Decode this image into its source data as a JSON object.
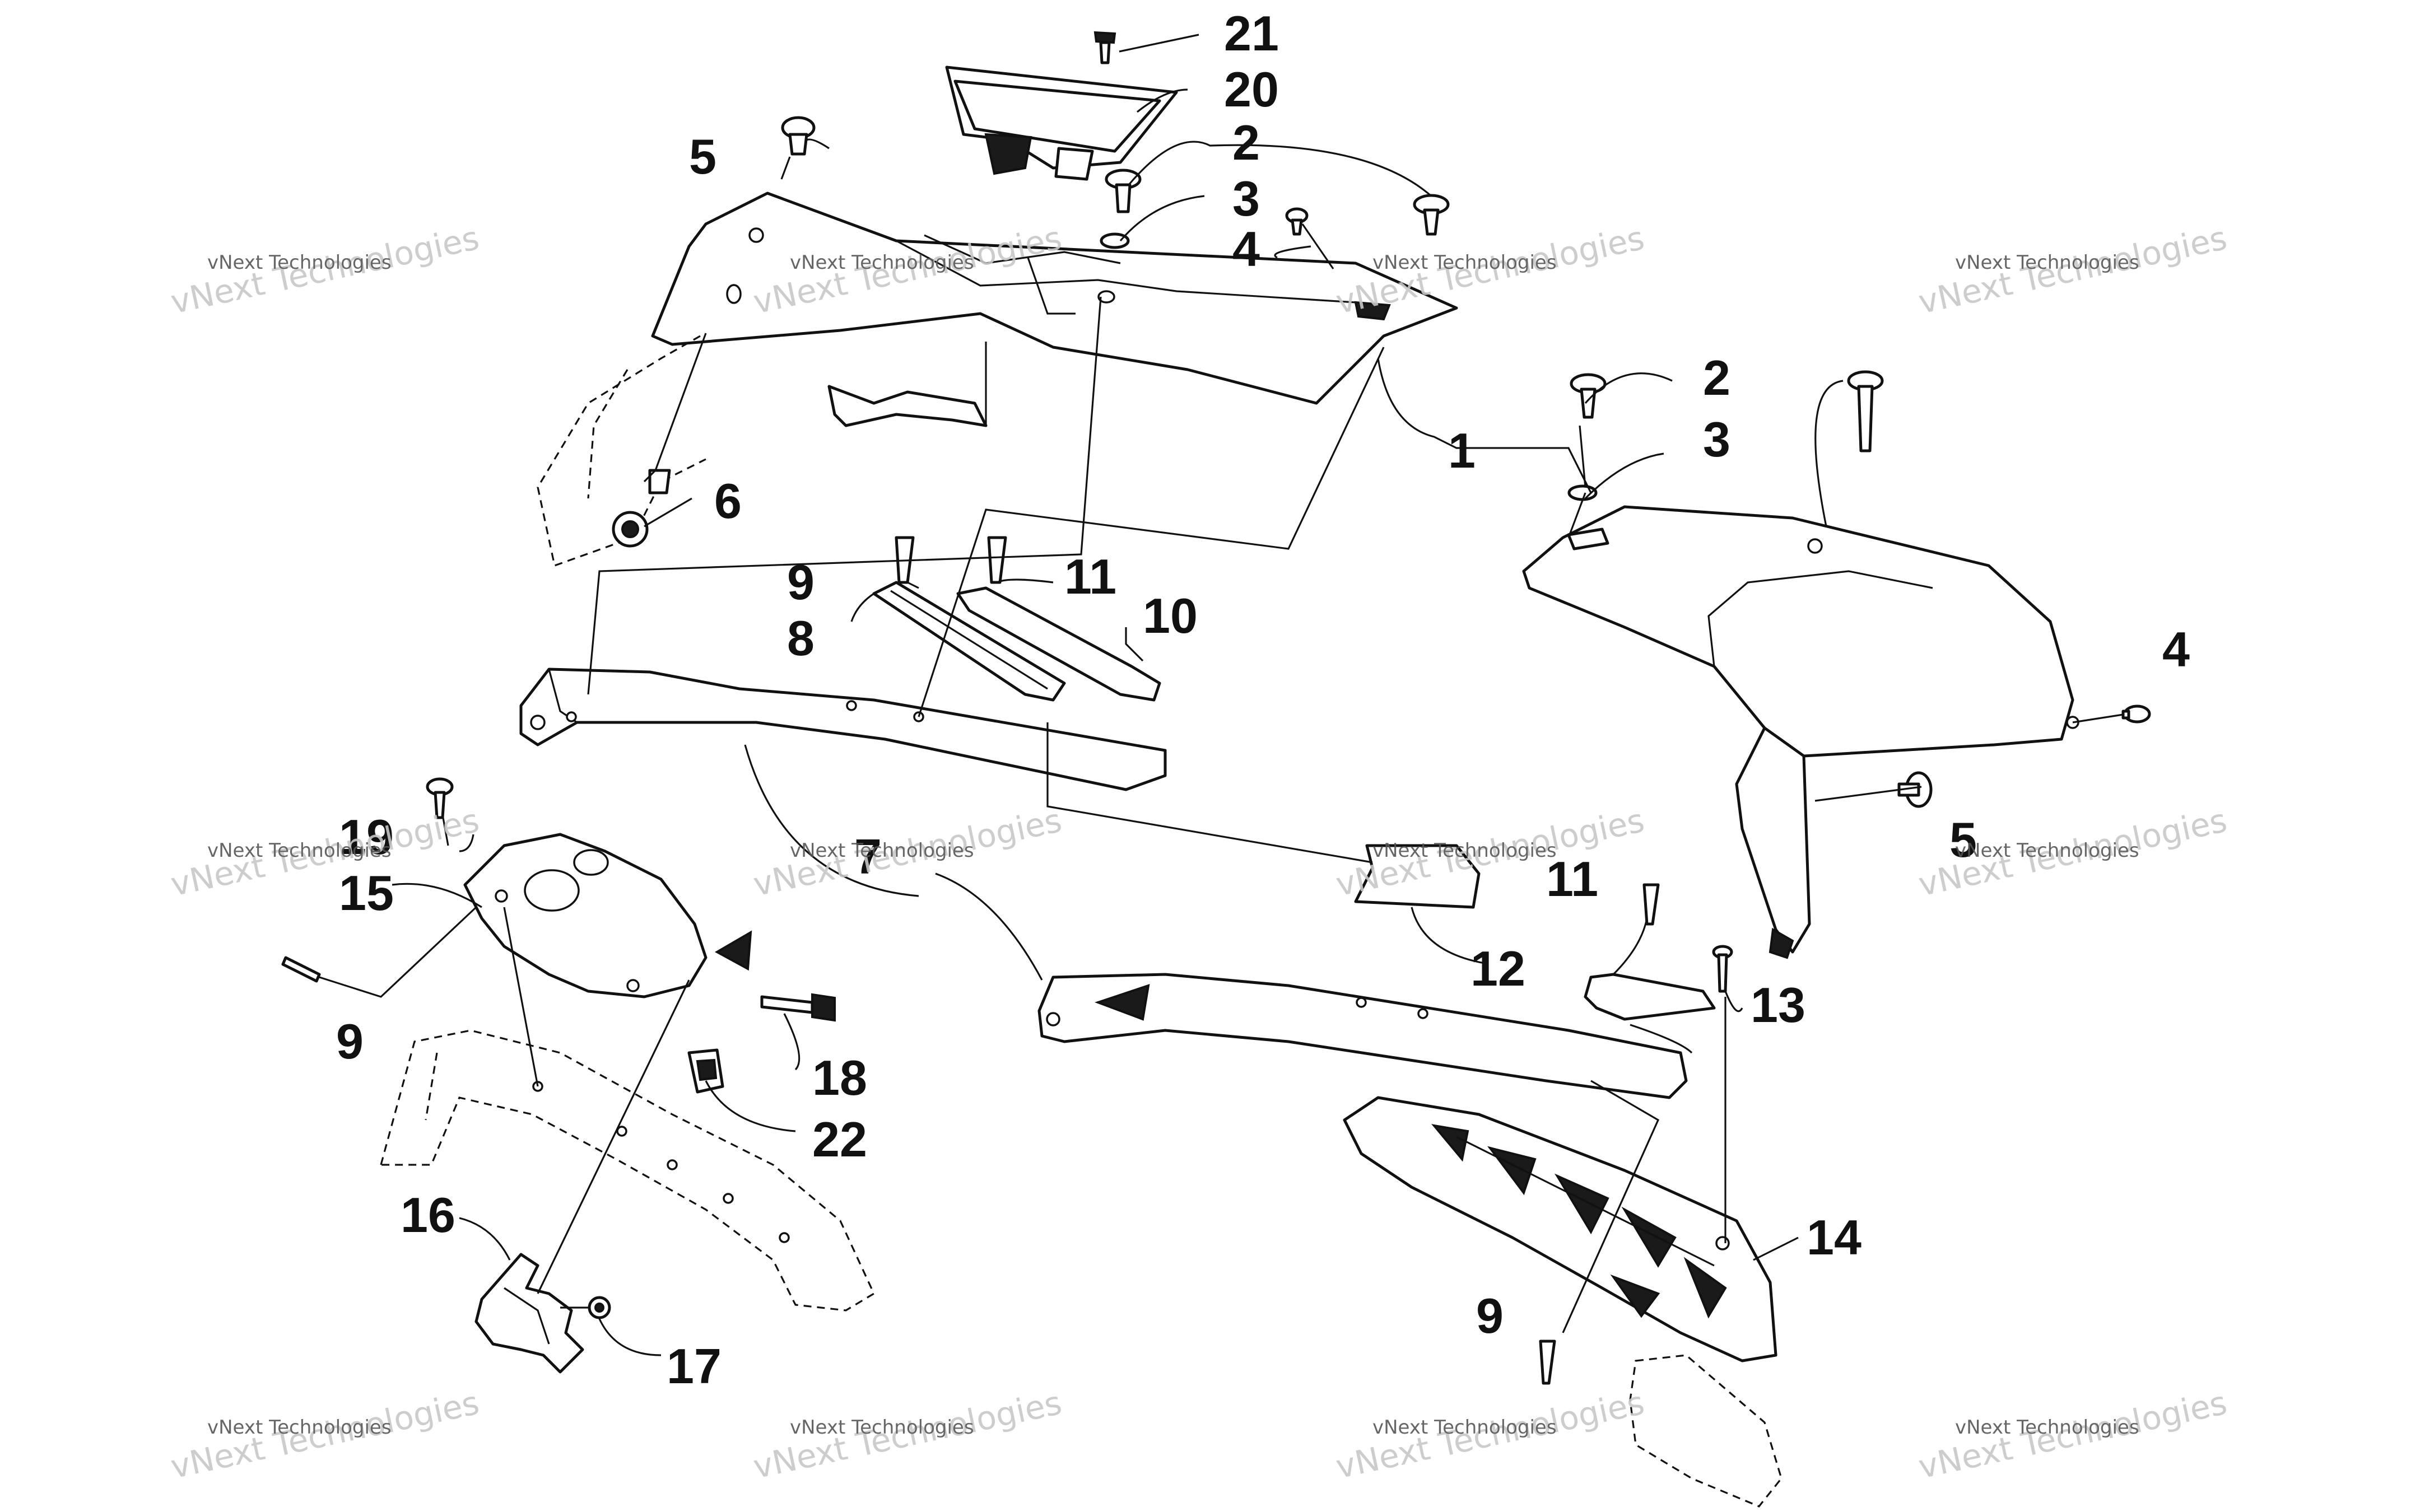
{
  "callouts": {
    "c1": "1",
    "c2a": "2",
    "c2b": "2",
    "c3a": "3",
    "c3b": "3",
    "c4a": "4",
    "c4b": "4",
    "c5a": "5",
    "c5b": "5",
    "c6": "6",
    "c7": "7",
    "c8": "8",
    "c9a": "9",
    "c9b": "9",
    "c9c": "9",
    "c10": "10",
    "c11a": "11",
    "c11b": "11",
    "c12": "12",
    "c13": "13",
    "c14": "14",
    "c15": "15",
    "c16": "16",
    "c17": "17",
    "c18": "18",
    "c19": "19",
    "c20": "20",
    "c21": "21",
    "c22": "22"
  },
  "watermark": {
    "line1": "vNext Technologies",
    "line2": "vNext Technologies"
  }
}
